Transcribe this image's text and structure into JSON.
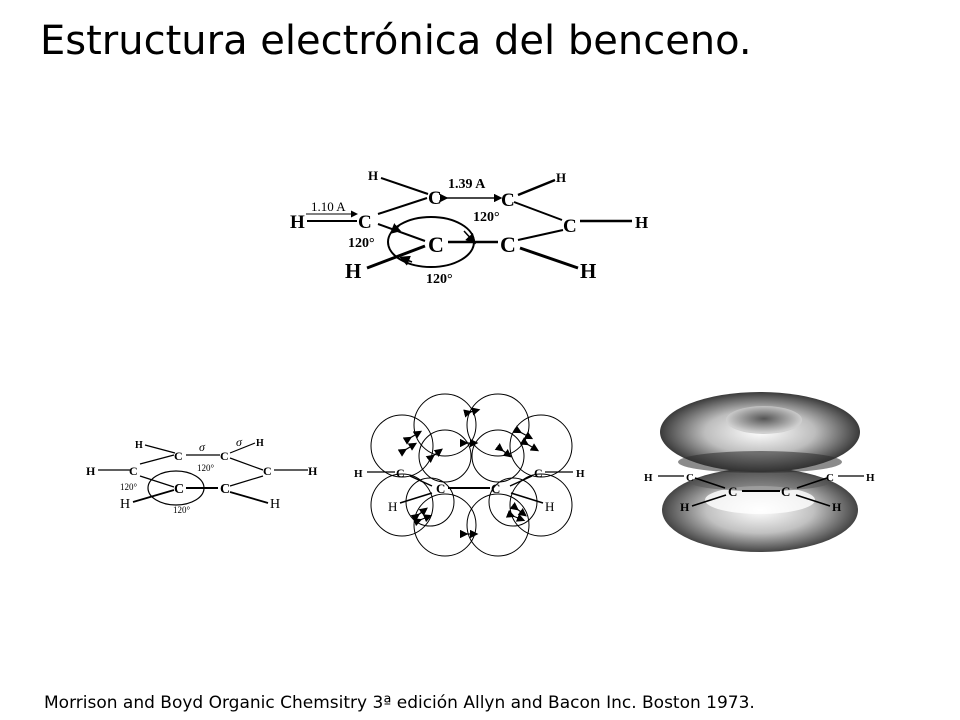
{
  "slide": {
    "title": "Estructura electrónica del benceno.",
    "citation": "Morrison and Boyd Organic Chemsitry 3ª edición Allyn and Bacon Inc. Boston 1973."
  },
  "figure_top": {
    "bond_cc": "1.39 A",
    "bond_ch": "1.10 A",
    "angle": "120°",
    "carbon": "C",
    "hydrogen": "H"
  },
  "figure_small": {
    "sigma": "σ",
    "angle": "120°",
    "carbon": "C",
    "hydrogen": "H"
  },
  "figure_orbitals": {
    "carbon": "C",
    "hydrogen": "H"
  },
  "figure_cloud": {
    "carbon": "C",
    "hydrogen": "H"
  }
}
